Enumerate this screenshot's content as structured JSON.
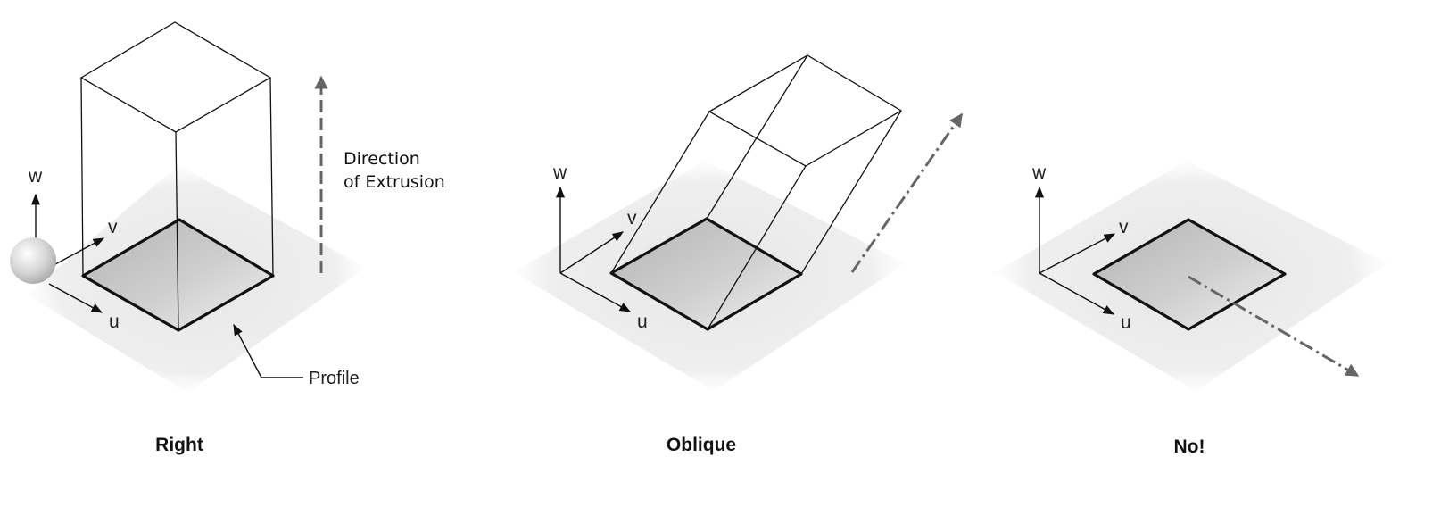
{
  "panels": [
    {
      "caption": "Right",
      "axes": {
        "u": "u",
        "v": "v",
        "w": "w"
      }
    },
    {
      "caption": "Oblique",
      "axes": {
        "u": "u",
        "v": "v",
        "w": "w"
      }
    },
    {
      "caption": "No!",
      "axes": {
        "u": "u",
        "v": "v",
        "w": "w"
      }
    }
  ],
  "annotations": {
    "direction_line1": "Direction",
    "direction_line2": "of Extrusion",
    "profile": "Profile"
  },
  "colors": {
    "line": "#111111",
    "ground": "#ebebeb",
    "direction_arrow": "#666666"
  }
}
